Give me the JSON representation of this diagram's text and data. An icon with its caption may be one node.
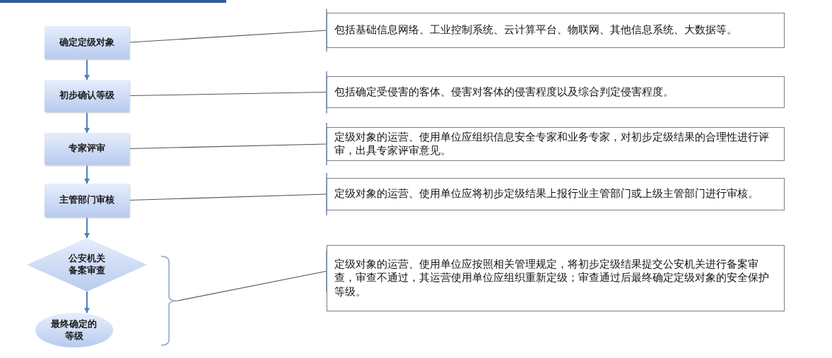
{
  "diagram": {
    "nodes": [
      {
        "text": [
          "确定定级对象"
        ]
      },
      {
        "text": [
          "初步确认等级"
        ]
      },
      {
        "text": [
          "专家评审"
        ]
      },
      {
        "text": [
          "主管部门审核"
        ]
      },
      {
        "text": [
          "公安机关备案审查"
        ]
      },
      {
        "text": [
          "最终确定的等级"
        ]
      },
      {
        "text": [
          "包括基础信息网络、工业控制系统、云计算平台、物联网、其他信息系统、大数据等。"
        ]
      },
      {
        "text": [
          "包括确定受侵害的客体、侵害对客体的侵害程度以及综合判定侵害程度。"
        ]
      },
      {
        "text": [
          "定级对象的运营、使用单位应组织信息安全专家和业务专家，对初步定级结果的合理性进行评审，出具专家评审意见。"
        ]
      },
      {
        "text": [
          "定级对象的运营、使用单位应将初步定级结果上报行业主管部门或上级主管部门进行审核。"
        ]
      },
      {
        "text": [
          "定级对象的运营、使用单位应按照相关管理规定，将初步定级结果提交公安机关进行备案审查，审查不通过，其运营使用单位应组织重新定级；审查通过后最终确定定级对象的安全保护等级。"
        ]
      },
      {
        "text": [],
        "shape": "brace"
      }
    ],
    "edges": [
      {
        "from": 0,
        "to": 1,
        "arrow": "to",
        "color": "#4f81bd"
      },
      {
        "from": 1,
        "to": 2,
        "arrow": "to",
        "color": "#4f81bd"
      },
      {
        "from": 2,
        "to": 3,
        "arrow": "to",
        "color": "#4f81bd"
      },
      {
        "from": 3,
        "to": 4,
        "arrow": "to",
        "color": "#4f81bd"
      },
      {
        "from": 4,
        "to": 5,
        "arrow": "to",
        "color": "#4f81bd"
      },
      {
        "from": 0,
        "to": 6,
        "arrow": "other",
        "color": "#555555"
      },
      {
        "from": 1,
        "to": 7,
        "arrow": "other",
        "color": "#555555"
      },
      {
        "from": 2,
        "to": 8,
        "arrow": "other",
        "color": "#555555"
      },
      {
        "from": 3,
        "to": 9,
        "arrow": "other",
        "color": "#555555"
      },
      {
        "from": 11,
        "to": 10,
        "arrow": "other",
        "color": "#555555"
      }
    ]
  }
}
